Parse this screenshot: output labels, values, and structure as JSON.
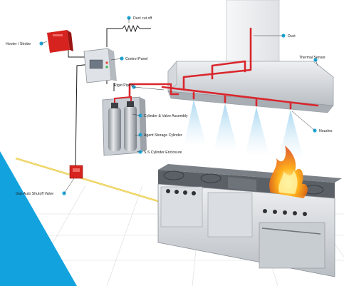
{
  "labels": {
    "duct_cut_off": "Duct cut off",
    "hooter_strobe": "Hooter / Strobe",
    "control_panel": "Control Panel",
    "duct": "Duct",
    "thermal_sensor": "Thermal Sensor",
    "rigid_piping": "Rigid Piping",
    "cylinder_valve_assembly": "Cylinder & Valve Assembly",
    "agent_storage_cylinder": "Agent Storage Cylinder",
    "ss_cylinder_enclosure": "S.S Cylinder Enclosure",
    "nozzles": "Nozzles",
    "gas_auto_shutoff_valve": "Gas Auto Shutoff Valve"
  },
  "colors": {
    "callout_dot": "#1fa7d8",
    "pipe_red": "#d9262c",
    "accent_blue": "#12a3df",
    "gas_line": "#e8c840",
    "steel": "#c9ced4"
  },
  "icons": [
    "callout-dot",
    "fire-flames",
    "water-spray",
    "resistor-symbol"
  ]
}
